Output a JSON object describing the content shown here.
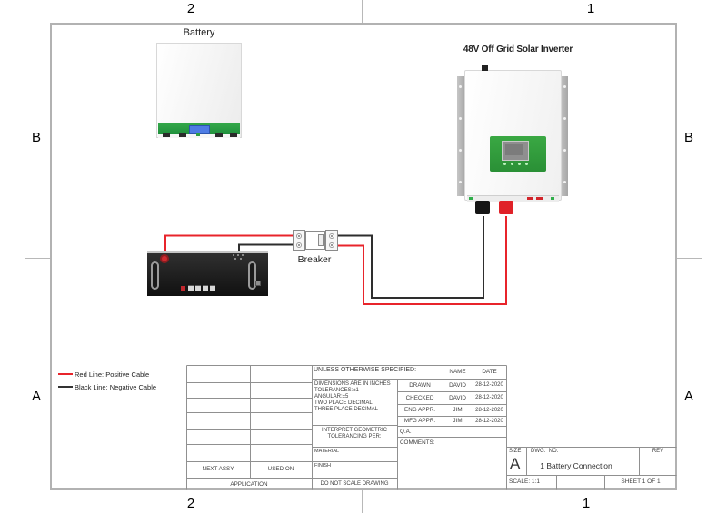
{
  "zones": {
    "top": [
      "2",
      "1"
    ],
    "bottom": [
      "2",
      "1"
    ],
    "left": [
      "B",
      "A"
    ],
    "right": [
      "B",
      "A"
    ]
  },
  "components": {
    "battery": "Battery",
    "inverter": "48V Off Grid Solar Inverter",
    "breaker": "Breaker"
  },
  "legend": {
    "items": [
      {
        "label": "Red Line: Positive  Cable",
        "color": "#e8242b"
      },
      {
        "label": "Black Line: Negative  Cable",
        "color": "#333333"
      }
    ]
  },
  "colors": {
    "positive_cable": "#e8242b",
    "negative_cable": "#2e2e2e",
    "brand_green": "#2f9e44"
  },
  "title_block": {
    "unless_otherwise": "UNLESS OTHERWISE SPECIFIED:",
    "tolerances": [
      "DIMENSIONS ARE IN INCHES",
      "TOLERANCES:±1",
      "ANGULAR:±5",
      "TWO PLACE DECIMAL",
      "THREE PLACE DECIMAL"
    ],
    "interpret_line1": "INTERPRET GEOMETRIC",
    "interpret_line2": "TOLERANCING PER:",
    "material": "MATERIAL",
    "finish": "FINISH",
    "do_not_scale": "DO NOT SCALE DRAWING",
    "next_assy": "NEXT ASSY",
    "used_on": "USED ON",
    "application": "APPLICATION",
    "name_header": "NAME",
    "date_header": "DATE",
    "approvals": [
      {
        "role": "DRAWN",
        "name": "DAVID",
        "date": "28-12-2020"
      },
      {
        "role": "CHECKED",
        "name": "DAVID",
        "date": "28-12-2020"
      },
      {
        "role": "ENG APPR.",
        "name": "JIM",
        "date": "28-12-2020"
      },
      {
        "role": "MFG APPR.",
        "name": "JIM",
        "date": "28-12-2020"
      }
    ],
    "qa": "Q.A.",
    "comments": "COMMENTS:",
    "size_label": "SIZE",
    "size_value": "A",
    "dwg_no_label": "DWG.  NO.",
    "dwg_title": "1 Battery Connection",
    "rev_label": "REV",
    "scale": "SCALE: 1:1",
    "sheet": "SHEET 1 OF 1"
  }
}
